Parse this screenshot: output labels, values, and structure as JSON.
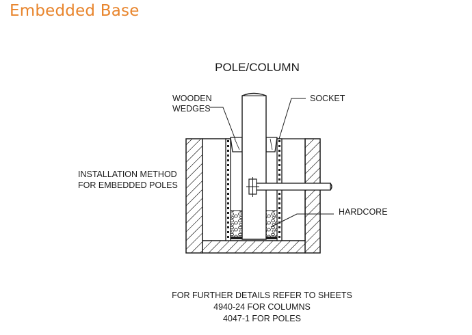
{
  "header": {
    "title": "Embedded Base"
  },
  "diagram": {
    "heading": "POLE/COLUMN",
    "labels": {
      "wooden": "WOODEN",
      "wedges": "WEDGES",
      "socket": "SOCKET",
      "installation_1": "INSTALLATION METHOD",
      "installation_2": "FOR EMBEDDED POLES",
      "hardcore": "HARDCORE"
    },
    "notes": [
      "FOR FURTHER DETAILS REFER TO SHEETS",
      "4940-24 FOR COLUMNS",
      "4047-1 FOR POLES"
    ],
    "colors": {
      "title": "#e8852d",
      "line": "#1a1a1a"
    }
  }
}
